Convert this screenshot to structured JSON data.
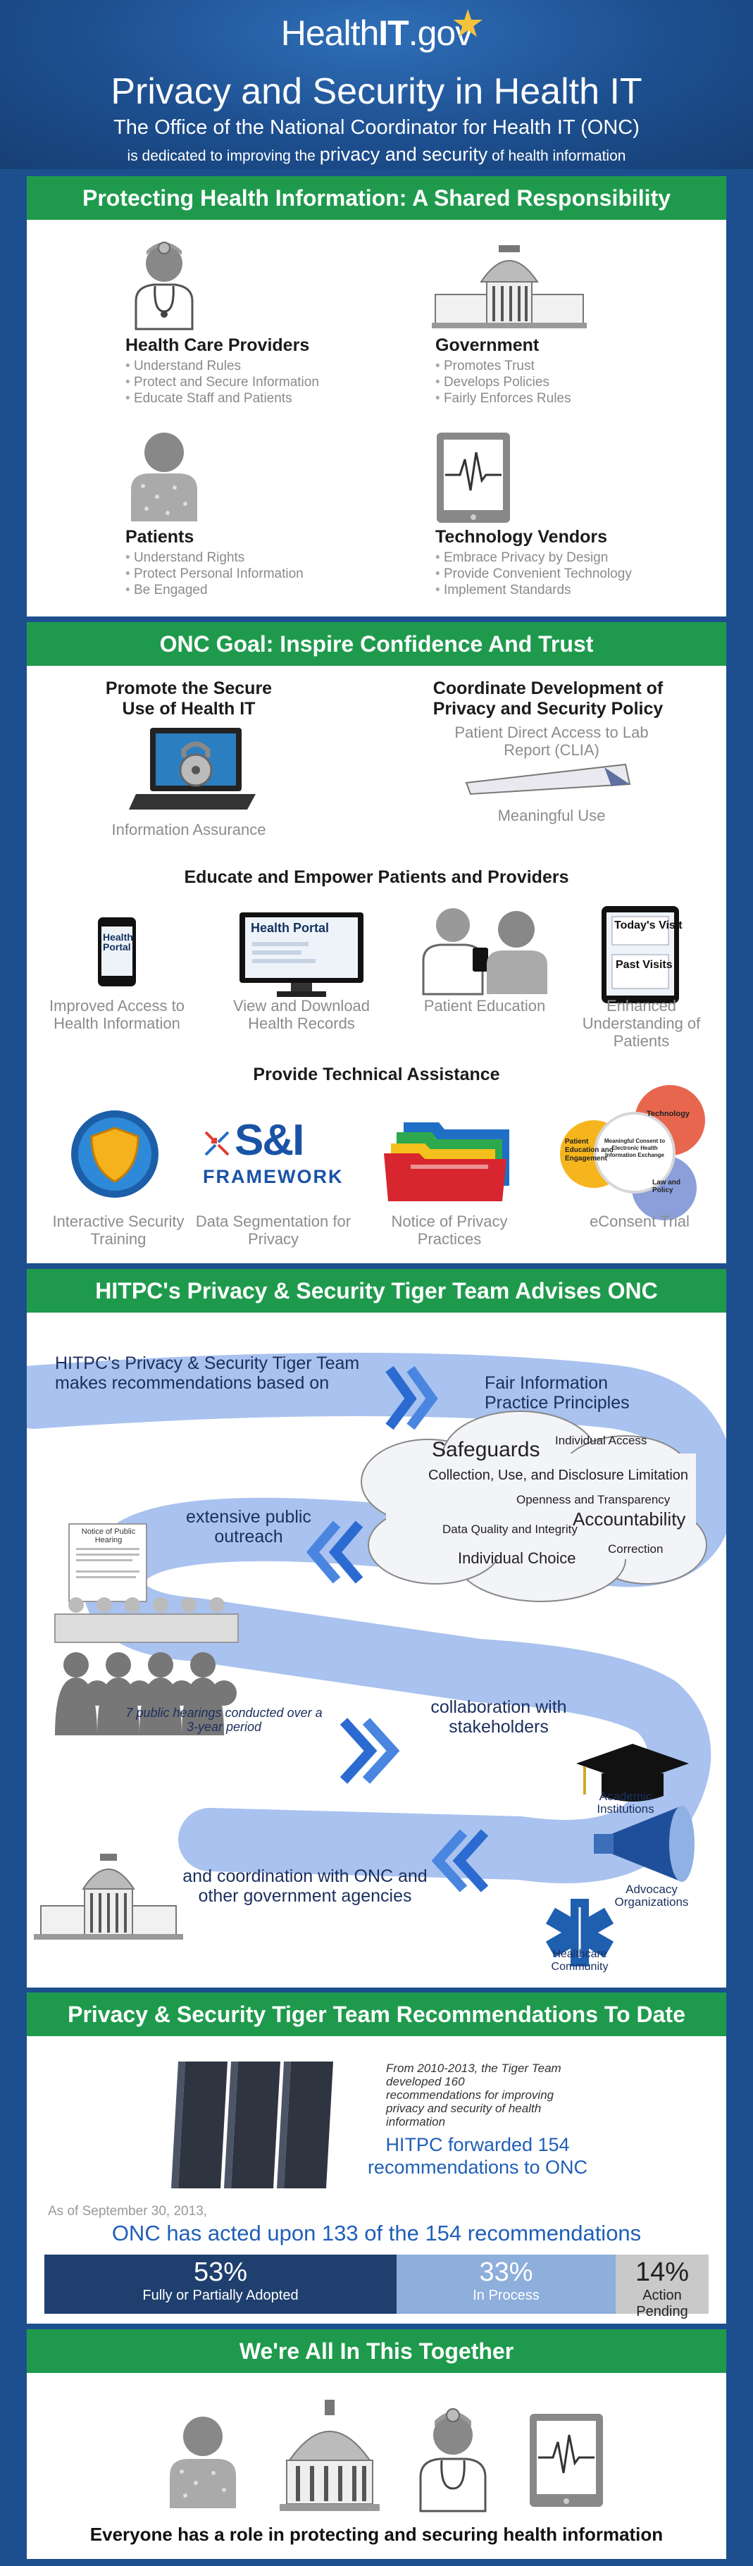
{
  "header": {
    "logo_a": "Health",
    "logo_b": "IT",
    "logo_c": ".gov",
    "title": "Privacy and Security in Health IT",
    "subtitle1": "The Office of the National Coordinator for Health IT (ONC)",
    "subtitle2_a": "is dedicated to improving the",
    "subtitle2_b": "privacy and security",
    "subtitle2_c": "of health information"
  },
  "shared": {
    "banner": "Protecting Health Information: A Shared Responsibility",
    "roles": [
      {
        "title": "Health Care Providers",
        "items": [
          "Understand Rules",
          "Protect and Secure Information",
          "Educate Staff and Patients"
        ]
      },
      {
        "title": "Government",
        "items": [
          "Promotes Trust",
          "Develops Policies",
          "Fairly Enforces Rules"
        ]
      },
      {
        "title": "Patients",
        "items": [
          "Understand Rights",
          "Protect Personal Information",
          "Be Engaged"
        ]
      },
      {
        "title": "Technology Vendors",
        "items": [
          "Embrace Privacy by Design",
          "Provide Convenient Technology",
          "Implement Standards"
        ]
      }
    ]
  },
  "goal": {
    "banner": "ONC Goal: Inspire Confidence And Trust",
    "promote": "Promote the Secure Use of Health IT",
    "info_assurance": "Information Assurance",
    "coordinate": "Coordinate Development of Privacy and Security Policy",
    "patient_access": "Patient Direct Access to Lab Report (CLIA)",
    "meaningful_use": "Meaningful Use",
    "educate": "Educate and Empower Patients and Providers",
    "portal_title": "Health Portal",
    "todays_visit": "Today's Visit",
    "past_visits": "Past Visits",
    "edu_caps": [
      "Improved Access to Health Information",
      "View and Download Health Records",
      "Patient Education",
      "Enhanced Understanding of Patients"
    ],
    "tech_assist": "Provide Technical Assistance",
    "si_top": "S&I",
    "si_bottom": "FRAMEWORK",
    "econsent": [
      "Technology",
      "Patient Education and Engagement",
      "Meaningful Consent to Electronic Health Information Exchange",
      "Law and Policy"
    ],
    "ta_caps": [
      "Interactive Security Training",
      "Data Segmentation for Privacy",
      "Notice of Privacy Practices",
      "eConsent Trial"
    ]
  },
  "tiger": {
    "banner": "HITPC's Privacy & Security Tiger Team Advises ONC",
    "makes": "HITPC's Privacy & Security Tiger Team makes recommendations based on",
    "fip": "Fair Information Practice Principles",
    "cloud": {
      "safeguards": "Safeguards",
      "individual_access": "Individual Access",
      "collection": "Collection, Use, and Disclosure Limitation",
      "openness": "Openness and Transparency",
      "accountability": "Accountability",
      "data_quality": "Data Quality and Integrity",
      "correction": "Correction",
      "individual_choice": "Individual Choice"
    },
    "outreach": "extensive public outreach",
    "notice_title": "Notice of Public Hearing",
    "hearings": "7 public hearings conducted over a 3-year period",
    "collab": "collaboration with stakeholders",
    "academic": "Academic Institutions",
    "advocacy": "Advocacy Organizations",
    "coordination": "and coordination with ONC and other government agencies",
    "healthcare": "Healthcare Community"
  },
  "recs": {
    "banner": "Privacy & Security Tiger Team Recommendations To Date",
    "from": "From 2010-2013, the Tiger Team developed 160 recommendations for improving privacy and security of health information",
    "forwarded": "HITPC forwarded 154 recommendations to ONC",
    "as_of": "As of September 30, 2013,",
    "acted": "ONC has acted upon 133 of the 154 recommendations",
    "bar": [
      {
        "pct": "53%",
        "label": "Fully or Partially Adopted",
        "value": 53,
        "color": "#1f3f6e"
      },
      {
        "pct": "33%",
        "label": "In Process",
        "value": 33,
        "color": "#8eaedb"
      },
      {
        "pct": "14%",
        "label": "Action Pending",
        "value": 14,
        "color": "#c9c9c9"
      }
    ]
  },
  "together": {
    "banner": "We're All In This Together",
    "footer": "Everyone has a role in protecting and securing health information"
  }
}
